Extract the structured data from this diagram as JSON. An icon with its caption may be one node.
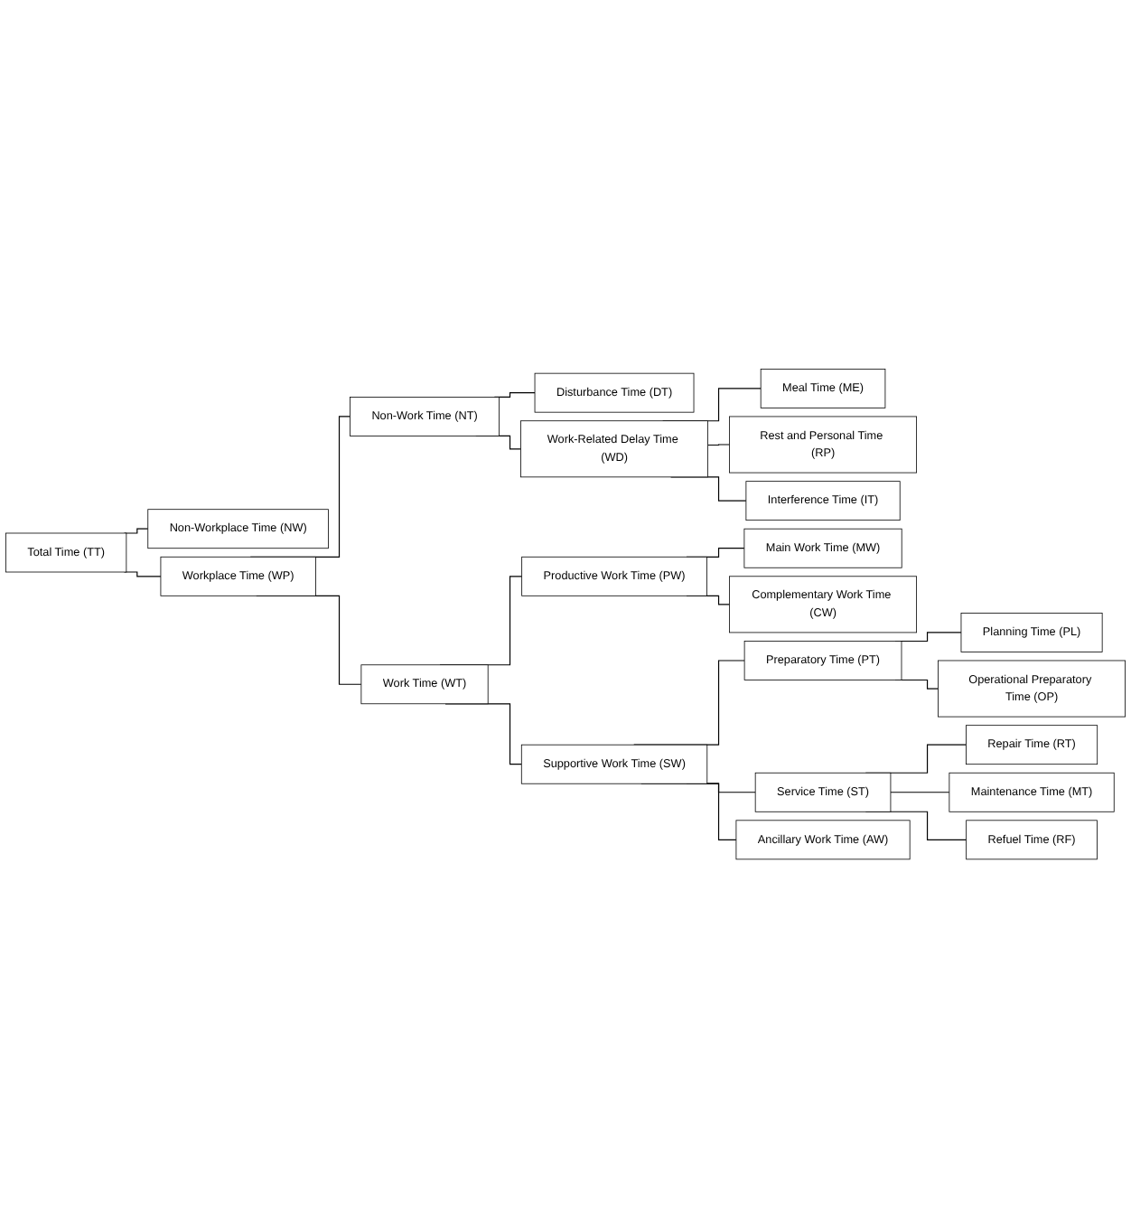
{
  "diagram": {
    "nodes": [
      {
        "text": [
          "Total Time (TT)"
        ]
      },
      {
        "text": [
          "Non-Workplace Time (NW)"
        ]
      },
      {
        "text": [
          "Workplace Time (WP)"
        ]
      },
      {
        "text": [
          "Non-Work Time (NT)"
        ]
      },
      {
        "text": [
          "Disturbance Time (DT)"
        ]
      },
      {
        "text": [
          "Work-Related Delay Time (WD)"
        ]
      },
      {
        "text": [
          "Meal Time (ME)"
        ]
      },
      {
        "text": [
          "Rest and Personal Time (RP)"
        ]
      },
      {
        "text": [
          "Interference Time (IT)"
        ]
      },
      {
        "text": [
          "Work Time (WT)"
        ]
      },
      {
        "text": [
          "Productive Work Time (PW)"
        ]
      },
      {
        "text": [
          "Main Work Time (MW)"
        ]
      },
      {
        "text": [
          "Complementary Work Time (CW)"
        ]
      },
      {
        "text": [
          "Supportive Work Time (SW)"
        ]
      },
      {
        "text": [
          "Preparatory Time (PT)"
        ]
      },
      {
        "text": [
          "Planning Time (PL)"
        ]
      },
      {
        "text": [
          "Operational Preparatory Time (OP)"
        ]
      },
      {
        "text": [
          "Service Time (ST)"
        ]
      },
      {
        "text": [
          "Repair Time (RT)"
        ]
      },
      {
        "text": [
          "Maintenance Time (MT)"
        ]
      },
      {
        "text": [
          "Refuel Time (RF)"
        ]
      },
      {
        "text": [
          "Ancillary Work Time (AW)"
        ]
      }
    ],
    "edges": [
      {
        "from": 0,
        "to": 1,
        "arrow": "none"
      },
      {
        "from": 0,
        "to": 2,
        "arrow": "none"
      },
      {
        "from": 2,
        "to": 3,
        "arrow": "none"
      },
      {
        "from": 2,
        "to": 9,
        "arrow": "none"
      },
      {
        "from": 3,
        "to": 4,
        "arrow": "none"
      },
      {
        "from": 3,
        "to": 5,
        "arrow": "none"
      },
      {
        "from": 5,
        "to": 6,
        "arrow": "none"
      },
      {
        "from": 5,
        "to": 7,
        "arrow": "none"
      },
      {
        "from": 5,
        "to": 8,
        "arrow": "none"
      },
      {
        "from": 9,
        "to": 10,
        "arrow": "none"
      },
      {
        "from": 9,
        "to": 13,
        "arrow": "none"
      },
      {
        "from": 10,
        "to": 11,
        "arrow": "none"
      },
      {
        "from": 10,
        "to": 12,
        "arrow": "none"
      },
      {
        "from": 13,
        "to": 14,
        "arrow": "none"
      },
      {
        "from": 13,
        "to": 17,
        "arrow": "none"
      },
      {
        "from": 13,
        "to": 21,
        "arrow": "none"
      },
      {
        "from": 14,
        "to": 15,
        "arrow": "none"
      },
      {
        "from": 14,
        "to": 16,
        "arrow": "none"
      },
      {
        "from": 17,
        "to": 18,
        "arrow": "none"
      },
      {
        "from": 17,
        "to": 19,
        "arrow": "none"
      },
      {
        "from": 17,
        "to": 20,
        "arrow": "none"
      }
    ]
  }
}
